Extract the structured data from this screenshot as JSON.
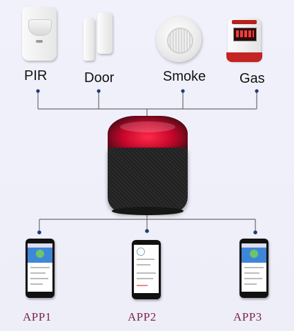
{
  "sensors": [
    {
      "label": "PIR",
      "icon": "motion-sensor-icon"
    },
    {
      "label": "Door",
      "icon": "door-sensor-icon"
    },
    {
      "label": "Smoke",
      "icon": "smoke-detector-icon"
    },
    {
      "label": "Gas",
      "icon": "gas-detector-icon"
    }
  ],
  "hub": {
    "icon": "alarm-hub-icon"
  },
  "apps": [
    {
      "label": "APP1",
      "icon": "smartphone-icon"
    },
    {
      "label": "APP2",
      "icon": "smartphone-icon"
    },
    {
      "label": "APP3",
      "icon": "smartphone-icon"
    }
  ],
  "colors": {
    "line": "#6b6b6b",
    "app_label": "#7a2448",
    "hub_light": "#e0153a"
  }
}
